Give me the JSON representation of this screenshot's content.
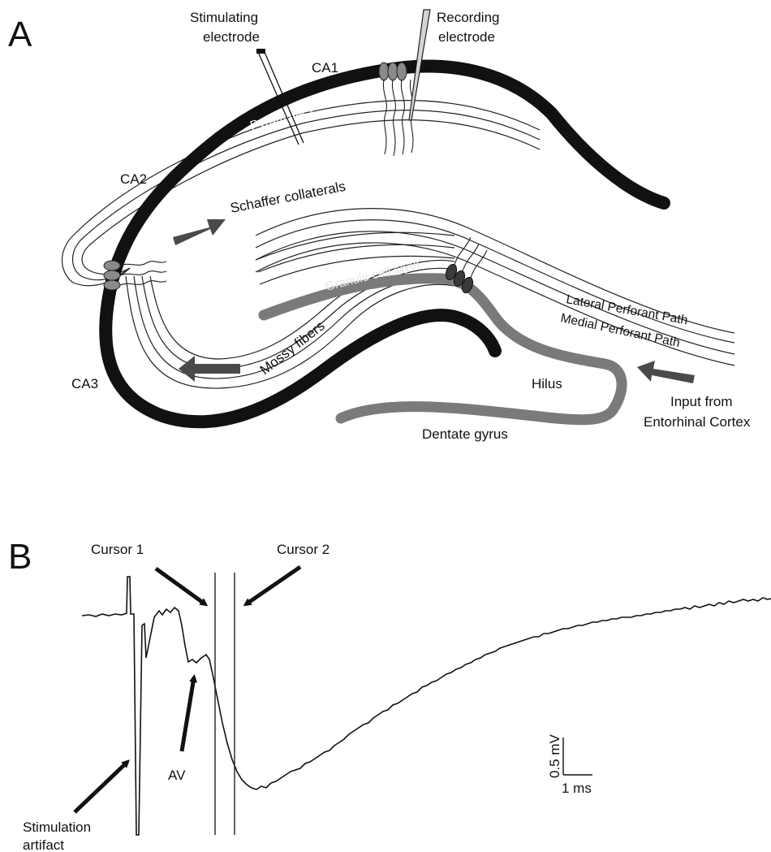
{
  "panel_a": {
    "letter": "A",
    "labels": {
      "stimulating_electrode": [
        "Stimulating",
        "electrode"
      ],
      "recording_electrode": [
        "Recording",
        "electrode"
      ],
      "ca1": "CA1",
      "ca2": "CA2",
      "ca3": "CA3",
      "pyramidal_cell_layer": "Pyramidal cell layer",
      "schaffer_collaterals": "Schaffer collaterals",
      "granule_cell_layer": "Granule cell layer",
      "mossy_fibers": "Mossy fibers",
      "lateral_perforant_path": "Lateral Perforant Path",
      "medial_perforant_path": "Medial Perforant Path",
      "hilus": "Hilus",
      "dentate_gyrus": "Dentate gyrus",
      "input": [
        "Input from",
        "Entorhinal Cortex"
      ]
    }
  },
  "panel_b": {
    "letter": "B",
    "labels": {
      "cursor1": "Cursor 1",
      "cursor2": "Cursor 2",
      "av": "AV",
      "stimulation_artifact": [
        "Stimulation",
        "artifact"
      ],
      "scale_y": "0.5 mV",
      "scale_x": "1 ms"
    }
  },
  "colors": {
    "pyramidal_layer": "#111111",
    "granule_layer": "#7a7a7a",
    "cell_body": "#8a8a8a",
    "granule_cell_body": "#3a3a3a",
    "arrow": "#4a4a4a"
  }
}
